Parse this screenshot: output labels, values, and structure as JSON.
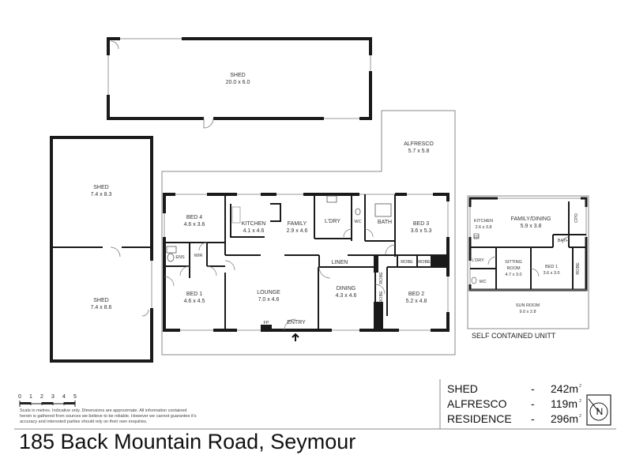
{
  "buildings": {
    "shed_main": {
      "name": "SHED",
      "dims": "20.0 x 6.0"
    },
    "shed_upper": {
      "name": "SHED",
      "dims": "7.4 x 8.3"
    },
    "shed_lower": {
      "name": "SHED",
      "dims": "7.4 x 8.6"
    },
    "alfresco": {
      "name": "ALFRESCO",
      "dims": "5.7 x 5.8"
    }
  },
  "residence_rooms": {
    "bed4": {
      "name": "BED 4",
      "dims": "4.6 x 3.6"
    },
    "kitchen": {
      "name": "KITCHEN",
      "dims": "4.1 x 4.6"
    },
    "family": {
      "name": "FAMILY",
      "dims": "2.9 x 4.6"
    },
    "ldry": {
      "name": "L'DRY"
    },
    "wc": {
      "name": "WC"
    },
    "bath": {
      "name": "BATH"
    },
    "bed3": {
      "name": "BED 3",
      "dims": "3.6 x 5.3"
    },
    "ens": {
      "name": "ENS"
    },
    "wir": {
      "name": "WIR"
    },
    "linen": {
      "name": "LINEN"
    },
    "robe1": {
      "name": "ROBE"
    },
    "robe2": {
      "name": "ROBE"
    },
    "robe3": {
      "name": "ROBE"
    },
    "robe4": {
      "name": "ROBE"
    },
    "bed1": {
      "name": "BED 1",
      "dims": "4.6 x 4.5"
    },
    "lounge": {
      "name": "LOUNGE",
      "dims": "7.0 x 4.6"
    },
    "fp": {
      "name": "FP"
    },
    "entry": {
      "name": "ENTRY"
    },
    "dining": {
      "name": "DINING",
      "dims": "4.3 x 4.6"
    },
    "bed2": {
      "name": "BED 2",
      "dims": "5.2 x 4.8"
    }
  },
  "unit_rooms": {
    "kitchen": {
      "name": "KITCHEN",
      "dims": "2.6 x 3.8"
    },
    "family_dining": {
      "name": "FAMILY/DINING",
      "dims": "5.9 x 3.8"
    },
    "cpd": {
      "name": "CPD"
    },
    "bath": {
      "name": "BATH"
    },
    "ldry": {
      "name": "L'DRY"
    },
    "sitting": {
      "name": "SITTING",
      "name2": "ROOM",
      "dims": "4.7 x 3.0"
    },
    "bed1": {
      "name": "BED 1",
      "dims": "3.6 x 3.0"
    },
    "robe": {
      "name": "ROBE"
    },
    "wc": {
      "name": "WC"
    },
    "ep": {
      "name": "EP"
    },
    "sunroom": {
      "name": "SUN ROOM",
      "dims": "9.0 x 2.8"
    }
  },
  "unit_caption": "SELF CONTAINED UNITT",
  "scale": {
    "ticks": [
      "0",
      "1",
      "2",
      "3",
      "4",
      "5"
    ],
    "disclaimer": [
      "Scale in metres. Indicative only. Dimensions are approximate. All information contained",
      "herein is gathered from sources we believe to be reliable. However we cannot guarantee it's",
      "accuracy and interested parties should rely on their own enquiries."
    ]
  },
  "areas": [
    {
      "label": "SHED",
      "dash": "-",
      "value": "242m",
      "sup": "2"
    },
    {
      "label": "ALFRESCO",
      "dash": "-",
      "value": "119m",
      "sup": "2"
    },
    {
      "label": "RESIDENCE",
      "dash": "-",
      "value": "296m",
      "sup": "2"
    }
  ],
  "compass": {
    "letter": "N"
  },
  "address": "185 Back Mountain Road, Seymour",
  "colors": {
    "wall": "#1a1a1a",
    "thin": "#8a8a8a",
    "window": "#9a9a9a",
    "text": "#222222"
  }
}
